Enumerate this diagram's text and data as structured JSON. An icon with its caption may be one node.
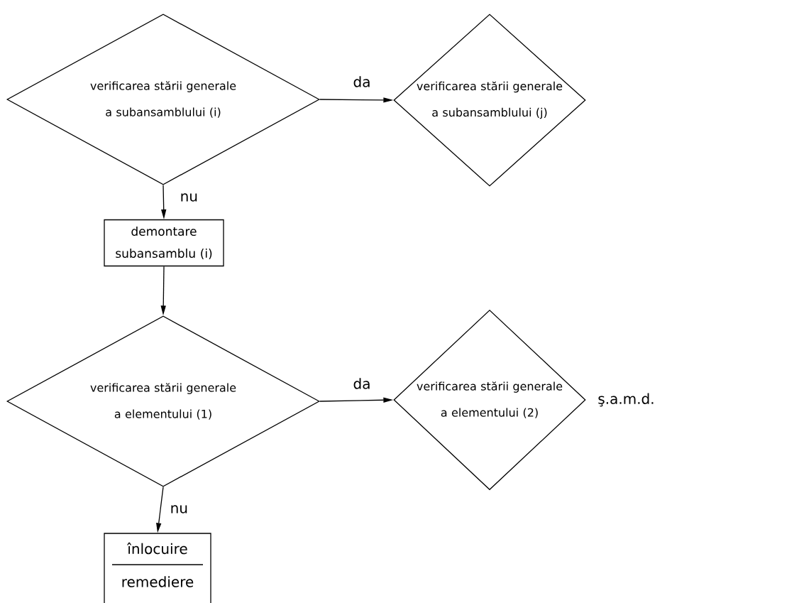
{
  "diagram": {
    "nodes": [
      {
        "text": [
          "verificarea stării generale a subansamblului (i)"
        ]
      },
      {
        "text": [
          "verificarea stării generale a subansamblului (j)"
        ]
      },
      {
        "text": [
          "demontare subansamblu (i)"
        ]
      },
      {
        "text": [
          "verificarea stării generale a elementului (1)"
        ]
      },
      {
        "text": [
          "verificarea stării generale a elementului (2)"
        ],
        "beside": [
          "ş.a.m.d."
        ]
      },
      {
        "text": [
          "înlocuire",
          "remediere"
        ]
      }
    ],
    "edges": [
      {
        "from": 0,
        "to": 1,
        "arrow": "to",
        "label": "da"
      },
      {
        "from": 0,
        "to": 2,
        "arrow": "to",
        "label": "nu"
      },
      {
        "from": 2,
        "to": 3,
        "arrow": "to"
      },
      {
        "from": 3,
        "to": 4,
        "arrow": "to",
        "label": "da"
      },
      {
        "from": 3,
        "to": 5,
        "arrow": "to",
        "label": "nu"
      }
    ]
  }
}
